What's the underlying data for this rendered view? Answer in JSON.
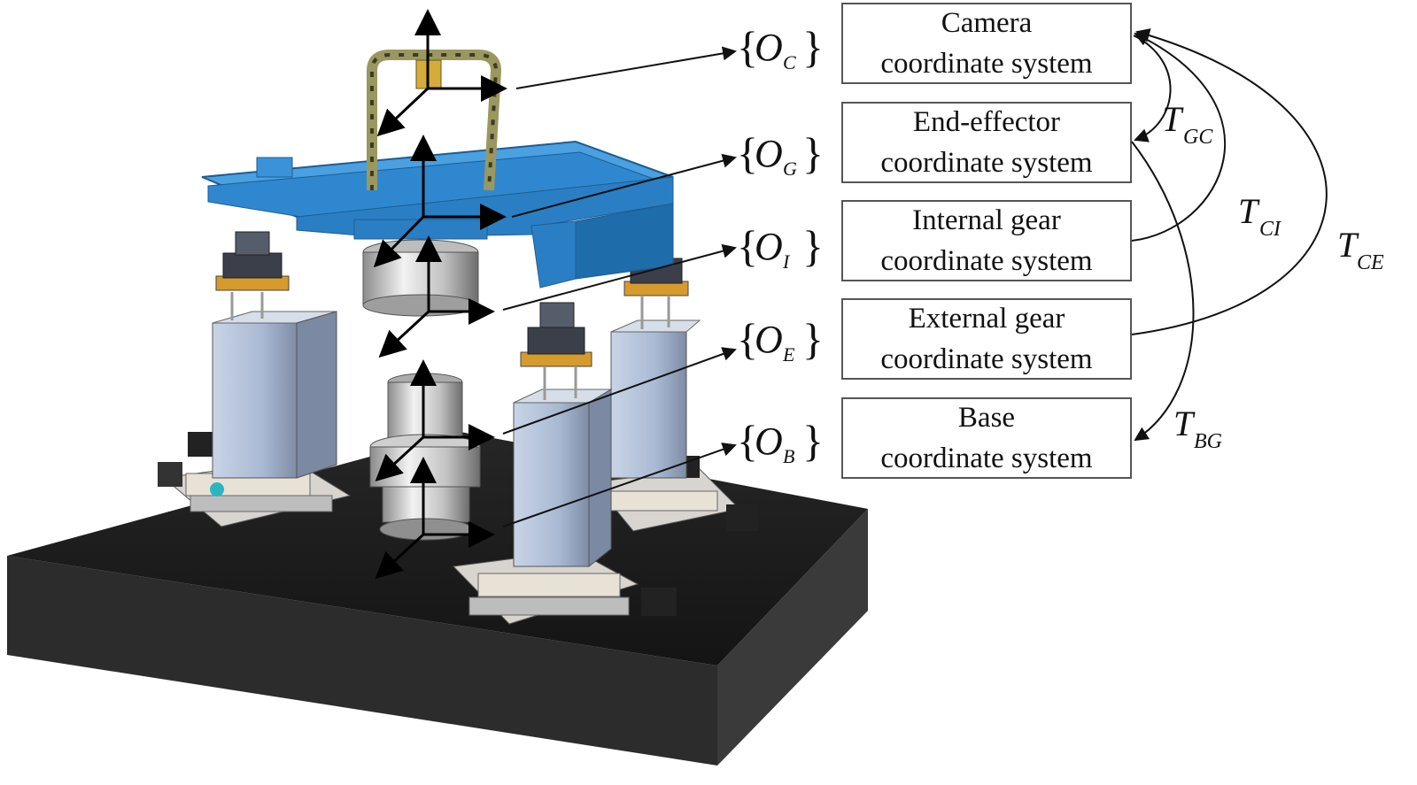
{
  "coordinate_systems": [
    {
      "id": "camera",
      "line1": "Camera",
      "line2": "coordinate system",
      "frame_main": "O",
      "frame_sub": "C"
    },
    {
      "id": "end-effector",
      "line1": "End-effector",
      "line2": "coordinate system",
      "frame_main": "O",
      "frame_sub": "G"
    },
    {
      "id": "internal-gear",
      "line1": "Internal gear",
      "line2": "coordinate system",
      "frame_main": "O",
      "frame_sub": "I"
    },
    {
      "id": "external-gear",
      "line1": "External gear",
      "line2": "coordinate system",
      "frame_main": "O",
      "frame_sub": "E"
    },
    {
      "id": "base",
      "line1": "Base",
      "line2": "coordinate system",
      "frame_main": "O",
      "frame_sub": "B"
    }
  ],
  "transforms": [
    {
      "id": "tgc",
      "main": "T",
      "sub": "GC"
    },
    {
      "id": "tci",
      "main": "T",
      "sub": "CI"
    },
    {
      "id": "tce",
      "main": "T",
      "sub": "CE"
    },
    {
      "id": "tbg",
      "main": "T",
      "sub": "BG"
    }
  ],
  "braces": {
    "open": "{",
    "close": "}"
  },
  "colors": {
    "frame_blue": "#2a7fc4",
    "base_plate": "#1e1e1e",
    "column": "#aebfd6",
    "gear": "#c8c8c8",
    "camera_bracket": "#9a9860"
  }
}
